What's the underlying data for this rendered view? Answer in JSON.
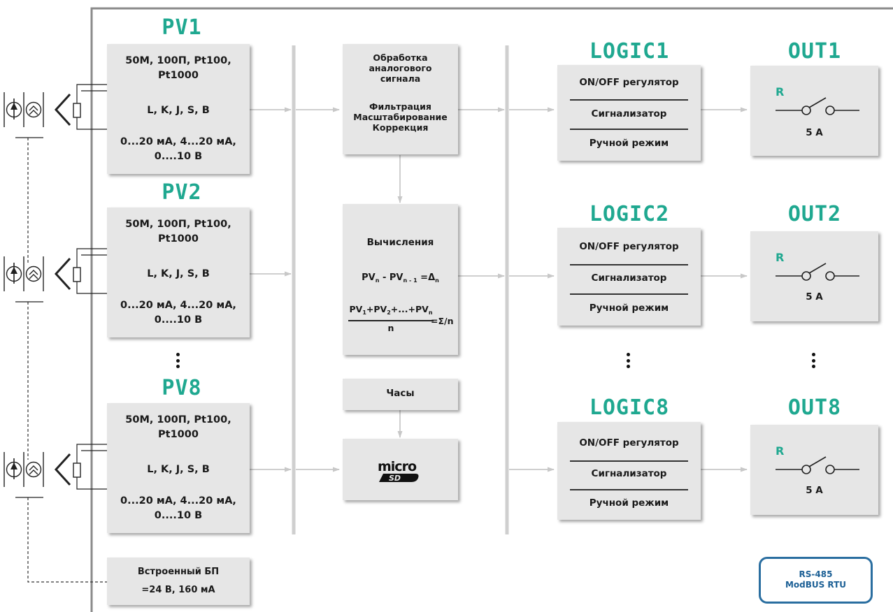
{
  "inputs": [
    {
      "title": "PV1",
      "sensors": "50М, 100П, Pt100,\nPt1000",
      "thermo": "L, K, J,  S,  B",
      "current": "0...20 мА, 4...20 мА,\n0....10 В"
    },
    {
      "title": "PV2",
      "sensors": "50М, 100П, Pt100,\nPt1000",
      "thermo": "L, K, J,  S,  B",
      "current": "0...20 мА, 4...20 мА,\n0....10 В"
    },
    {
      "title": "PV8",
      "sensors": "50М, 100П, Pt100,\nPt1000",
      "thermo": "L, K, J,  S,  B",
      "current": "0...20 мА, 4...20 мА,\n0....10 В"
    }
  ],
  "power_supply": {
    "title": "Встроенный БП",
    "spec": "=24 В, 160 мА"
  },
  "processing": {
    "analog": {
      "line1": "Обработка\nаналогового\nсигнала",
      "line2": "Фильтрация\nМасштабирование\nКоррекция"
    },
    "calc": {
      "title": "Вычисления",
      "delta_pv": "PV",
      "delta_n": "n",
      "delta_mid": " - PV",
      "delta_n1": "n - 1",
      "delta_eq": " =Δ",
      "delta_sub": "n",
      "sum_pv1": "PV",
      "sum_1": "1",
      "sum_plus": "+PV",
      "sum_2": "2",
      "sum_dots": "+...+PV",
      "sum_n": "n",
      "sum_den": "n",
      "sum_eq": "=Σ/n"
    },
    "clock": "Часы",
    "microsd": "micro SD"
  },
  "logic": [
    {
      "title": "LOGIC1",
      "items": [
        "ON/OFF регулятор",
        "Сигнализатор",
        "Ручной режим"
      ]
    },
    {
      "title": "LOGIC2",
      "items": [
        "ON/OFF регулятор",
        "Сигнализатор",
        "Ручной режим"
      ]
    },
    {
      "title": "LOGIC8",
      "items": [
        "ON/OFF регулятор",
        "Сигнализатор",
        "Ручной режим"
      ]
    }
  ],
  "outputs": [
    {
      "title": "OUT1",
      "relay": "R",
      "rating": "5 А"
    },
    {
      "title": "OUT2",
      "relay": "R",
      "rating": "5 А"
    },
    {
      "title": "OUT8",
      "relay": "R",
      "rating": "5 А"
    }
  ],
  "interface": {
    "line1": "RS-485",
    "line2": "ModBUS RTU"
  },
  "colors": {
    "accent": "#1fa890",
    "box": "#e6e6e6",
    "connector": "#cfcfcf",
    "frame": "#8a8a8a",
    "interface_border": "#2a6ea0",
    "interface_text": "#1b5f95"
  }
}
